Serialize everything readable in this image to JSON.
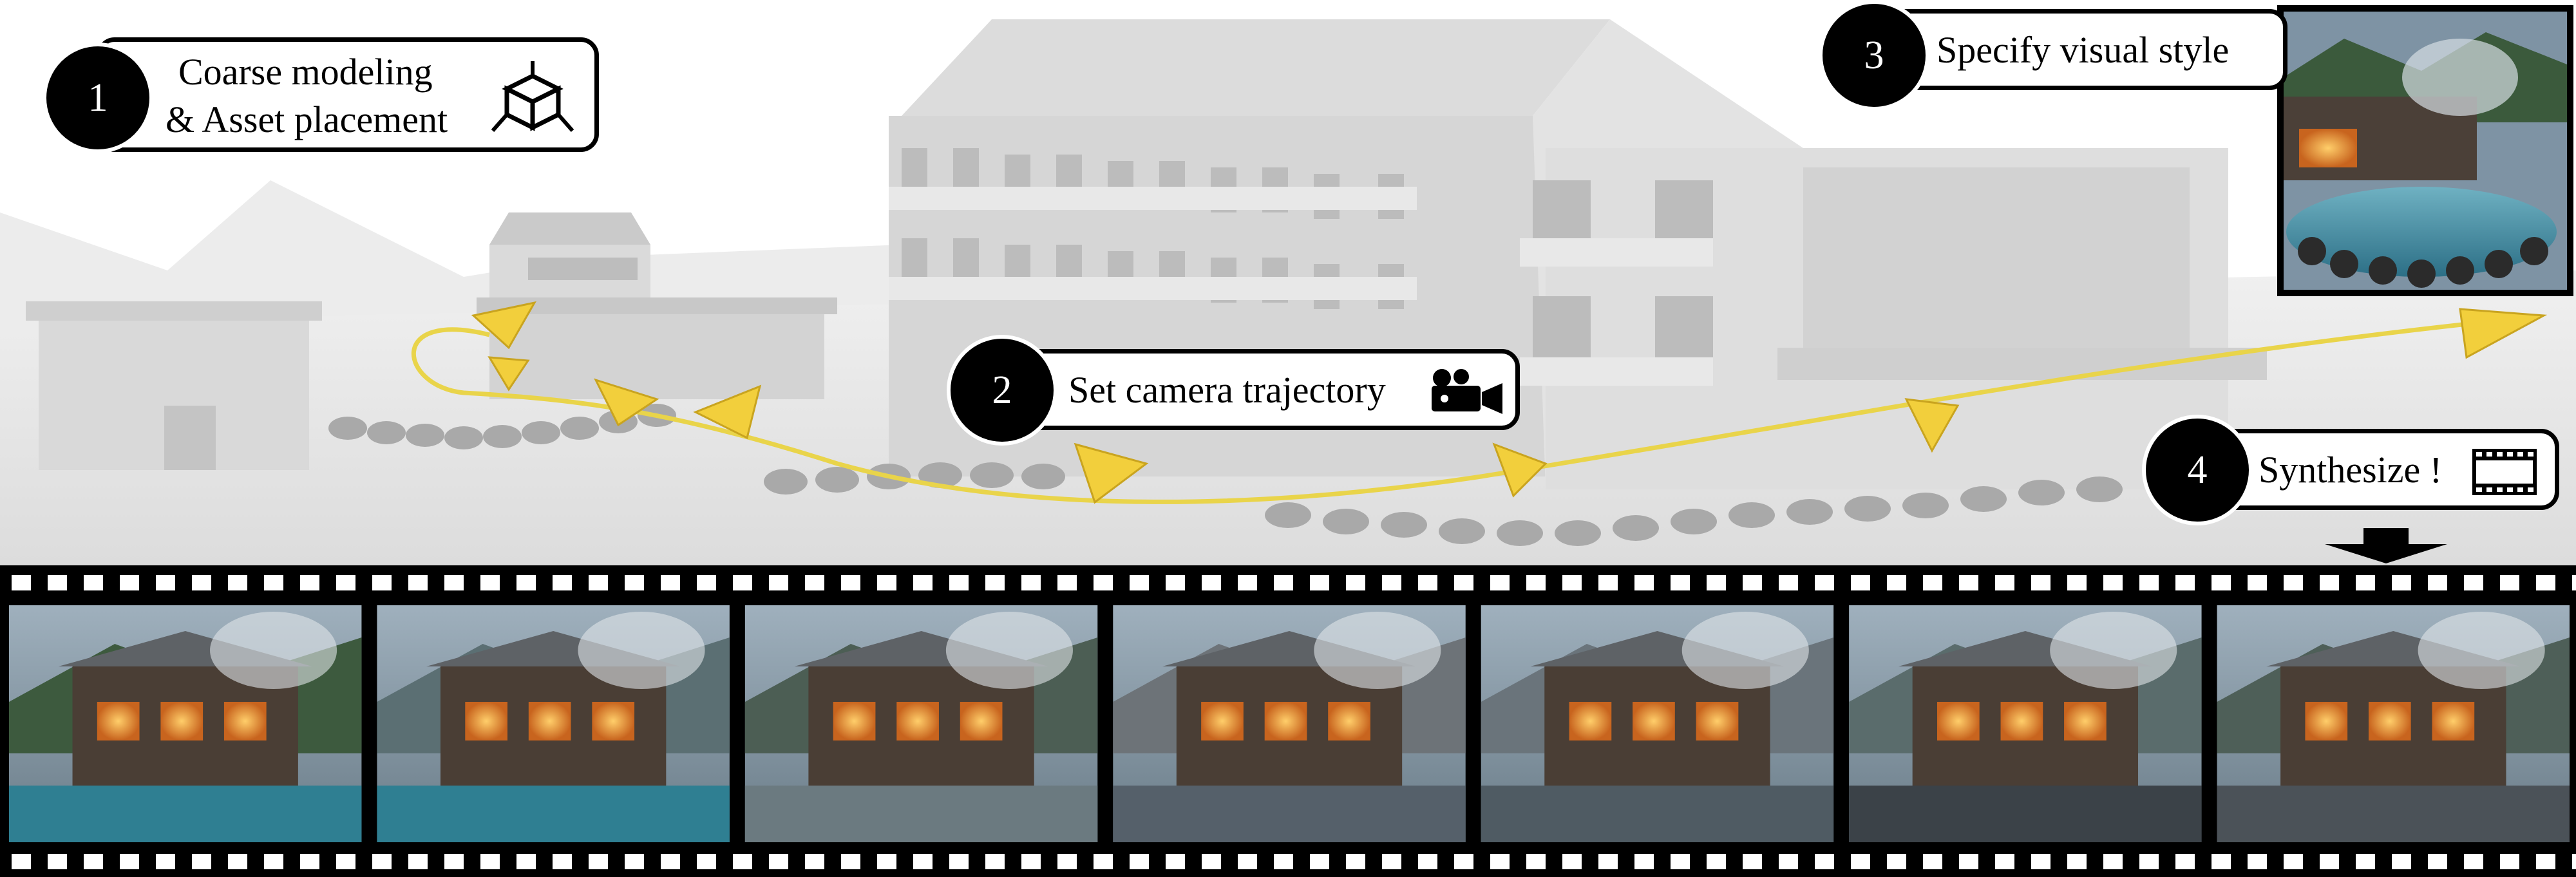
{
  "steps": [
    {
      "number": "1",
      "line1": "Coarse modeling",
      "line2": "& Asset placement",
      "icon": "box-axes-icon"
    },
    {
      "number": "2",
      "label": "Set camera trajectory",
      "icon": "video-camera-icon"
    },
    {
      "number": "3",
      "label": "Specify visual style",
      "icon": "style-reference-image"
    },
    {
      "number": "4",
      "label": "Synthesize !",
      "icon": "film-strip-icon"
    }
  ],
  "filmstrip": {
    "frames": [
      "frame-1",
      "frame-2",
      "frame-3",
      "frame-4",
      "frame-5",
      "frame-6",
      "frame-7"
    ]
  },
  "colors": {
    "camera_yellow": "#f2cf3c",
    "trajectory": "#e9d44a",
    "model_gray": "#d8d8d8",
    "film_black": "#000000"
  }
}
